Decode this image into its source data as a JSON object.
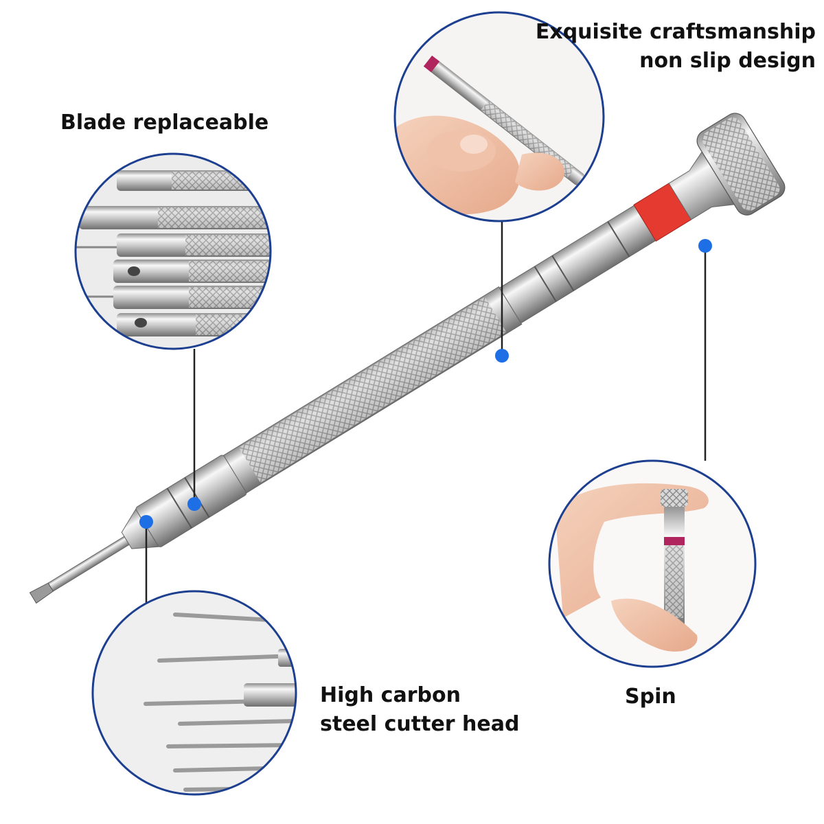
{
  "labels": {
    "blade_replaceable": "Blade replaceable",
    "craftsmanship": [
      "Exquisite craftsmanship",
      "non slip design"
    ],
    "high_carbon": [
      "High carbon",
      "steel cutter head"
    ],
    "spin": "Spin"
  },
  "colors": {
    "circle_border": "#1d3f8f",
    "callout_line": "#222222",
    "callout_dot": "#1e6fe6",
    "metal": "#c9c9c9",
    "red_band": "#e53a2f",
    "skin": "#f1c4a8"
  },
  "icons": [
    "screwdriver-illustration",
    "blade-set-photo",
    "hand-holding-photo",
    "tips-photo",
    "spin-photo"
  ]
}
